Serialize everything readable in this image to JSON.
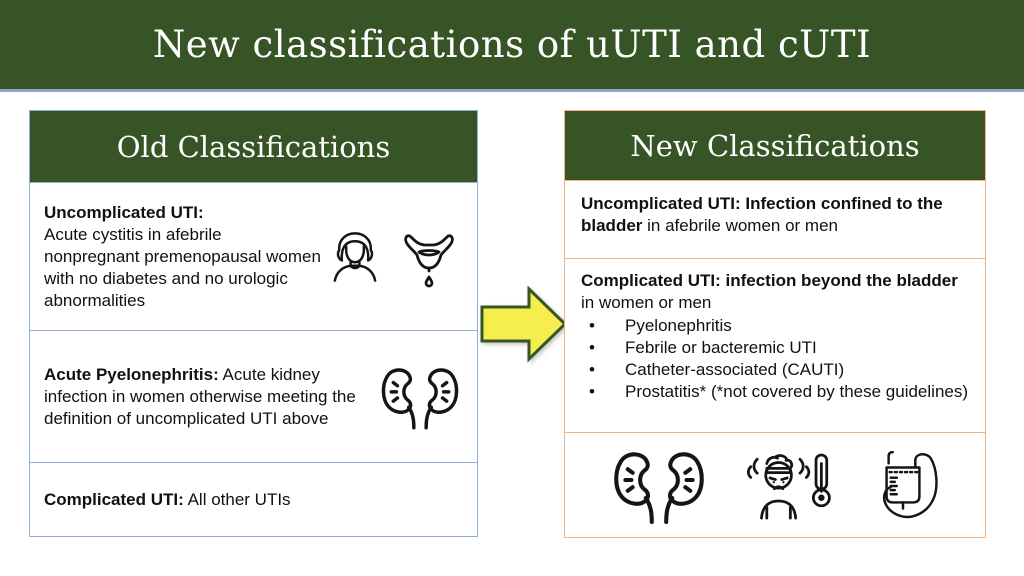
{
  "slide": {
    "title": "New classifications of uUTI and cUTI"
  },
  "colors": {
    "banner_green": "#375426",
    "banner_underline_blue": "#8FA8C8",
    "old_table_border_blue": "#8FB0D4",
    "new_table_border_orange": "#F4B183",
    "arrow_fill_yellow": "#F6EE4E",
    "arrow_outline_green": "#375623",
    "body_text": "#111111"
  },
  "old_table": {
    "header": "Old Classifications",
    "rows": [
      {
        "bold": "Uncomplicated UTI:",
        "text": "Acute cystitis in afebrile nonpregnant premenopausal women with no diabetes and no urologic abnormalities",
        "icons": [
          "woman-icon",
          "bladder-icon"
        ]
      },
      {
        "bold": "Acute Pyelonephritis:",
        "text": " Acute kidney infection in women otherwise meeting the definition of uncomplicated UTI above",
        "icons": [
          "kidneys-icon"
        ]
      },
      {
        "bold": "Complicated UTI:",
        "text": " All other UTIs",
        "icons": []
      }
    ]
  },
  "new_table": {
    "header": "New Classifications",
    "rows": [
      {
        "bold": "Uncomplicated UTI: Infection confined to the bladder",
        "text": " in afebrile women or men"
      },
      {
        "bold": "Complicated UTI: infection beyond the bladder",
        "text": " in women or men",
        "bullets": [
          "Pyelonephritis",
          "Febrile or bacteremic UTI",
          "Catheter-associated (CAUTI)",
          "Prostatitis* (*not covered by these guidelines)"
        ]
      }
    ],
    "icons": [
      "kidneys-icon",
      "fever-person-icon",
      "catheter-bag-icon"
    ]
  }
}
